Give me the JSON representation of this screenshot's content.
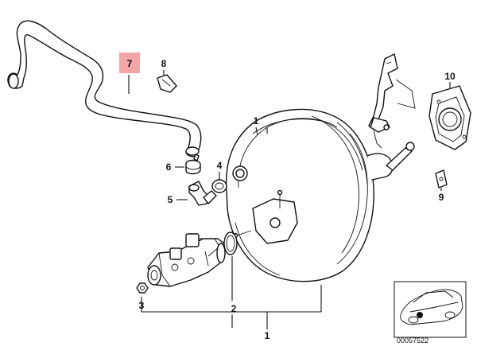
{
  "callouts": {
    "c1": "1",
    "c2": "2",
    "c3": "3",
    "c4": "4",
    "c5": "5",
    "c6": "6",
    "c7": "7",
    "c8": "8",
    "c9": "9",
    "c10": "10"
  },
  "highlight_color": "#f4a6a6",
  "reference_number": "00057522"
}
